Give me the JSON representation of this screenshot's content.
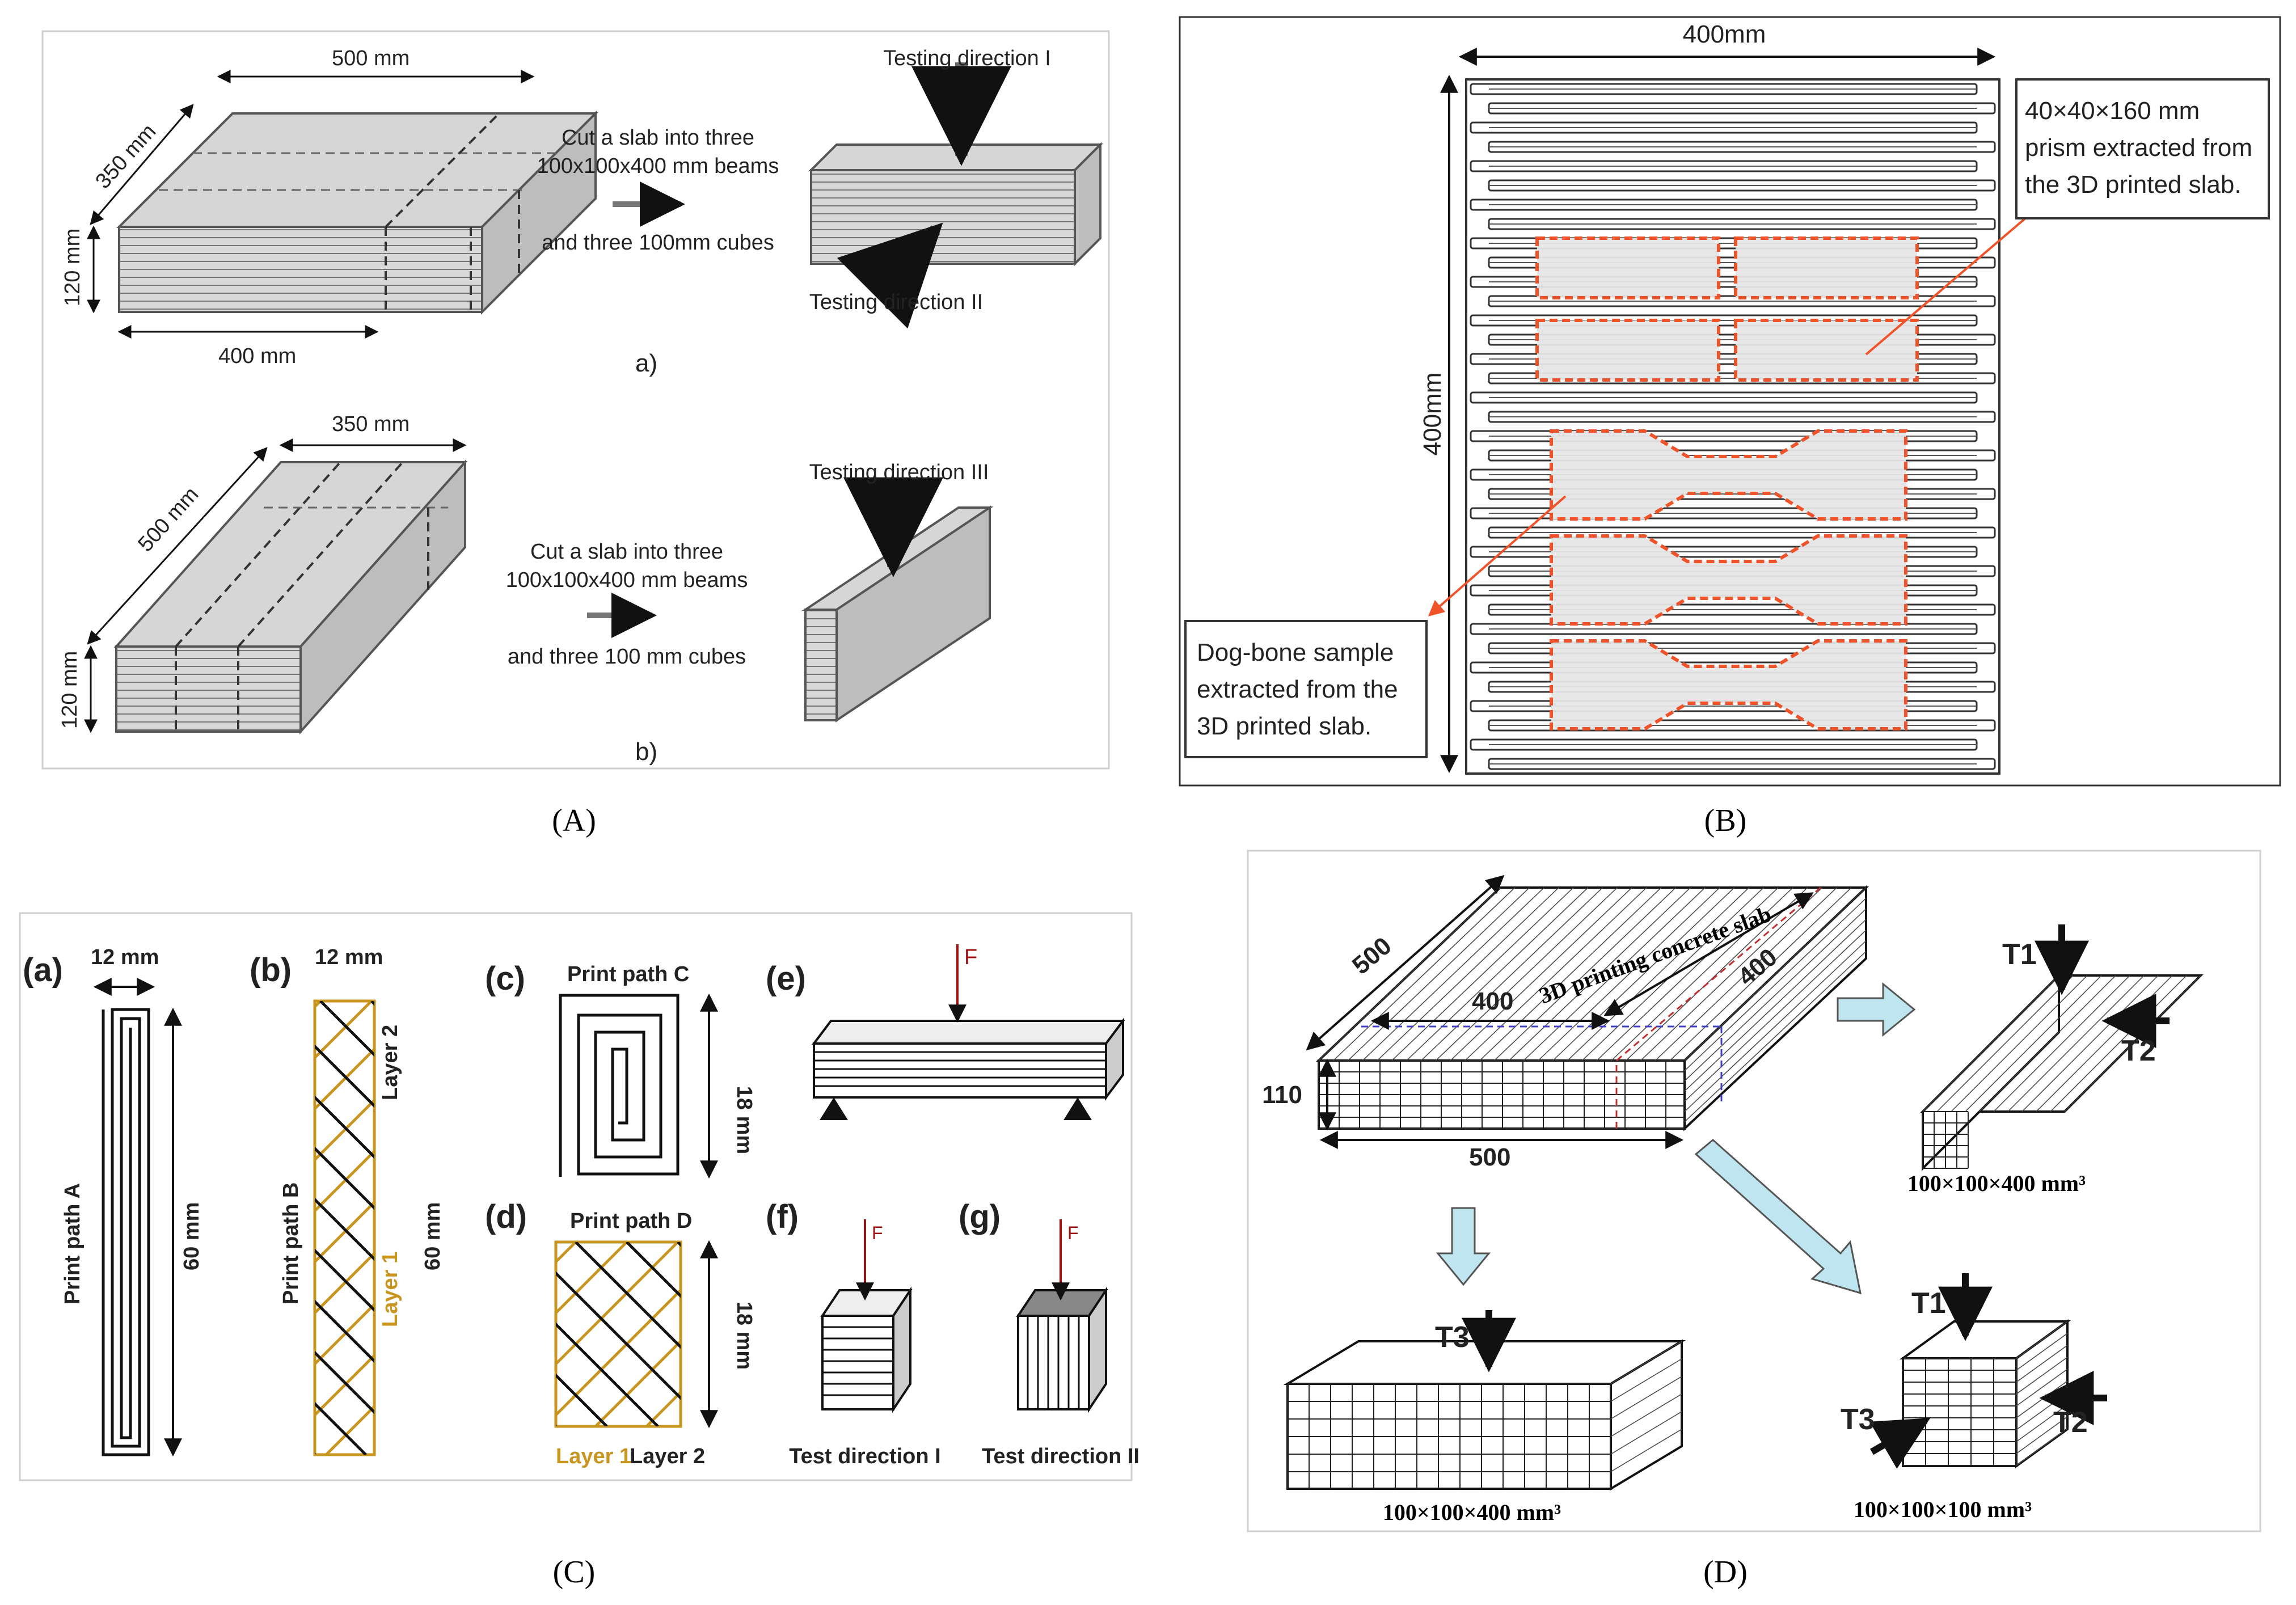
{
  "panels": {
    "A": {
      "caption": "(A)",
      "sub_a": "a)",
      "sub_b": "b)",
      "dim_500": "500 mm",
      "dim_350": "350 mm",
      "dim_120": "120 mm",
      "dim_400": "400 mm",
      "cut_line1": "Cut a slab into three",
      "cut_line2": "100x100x400 mm beams",
      "cut_line3": "and three 100mm cubes",
      "dir1": "Testing direction I",
      "dir2": "Testing direction II",
      "b_dim_350": "350 mm",
      "b_dim_500": "500 mm",
      "b_dim_120": "120 mm",
      "b_cut_line1": "Cut a slab into three",
      "b_cut_line2": "100x100x400 mm beams",
      "b_cut_line3": "and three 100 mm cubes",
      "dir3": "Testing direction III"
    },
    "B": {
      "caption": "(B)",
      "dim_top": "400mm",
      "dim_left": "400mm",
      "prism_line1": "40×40×160 mm",
      "prism_line2": "prism extracted from",
      "prism_line3": "the 3D printed slab.",
      "dog_line1": "Dog-bone sample",
      "dog_line2": "extracted from the",
      "dog_line3": "3D printed slab.",
      "accent": "#f0522a"
    },
    "C": {
      "caption": "(C)",
      "a": "(a)",
      "b": "(b)",
      "c": "(c)",
      "d": "(d)",
      "e": "(e)",
      "f": "(f)",
      "g": "(g)",
      "w12a": "12 mm",
      "w12b": "12 mm",
      "pathA": "Print path A",
      "pathB": "Print path B",
      "h60a": "60 mm",
      "h60b": "60 mm",
      "layer1": "Layer 1",
      "layer2": "Layer 2",
      "pathC": "Print path C",
      "pathD": "Print path D",
      "h18c": "18 mm",
      "h18d": "18 mm",
      "d_layer1": "Layer 1",
      "d_layer2": "Layer 2",
      "F_e": "F",
      "F_f": "F",
      "F_g": "F",
      "testI": "Test direction I",
      "testII": "Test direction II",
      "layer_color": "#c8961e",
      "force_color": "#a01010"
    },
    "D": {
      "caption": "(D)",
      "slab": "3D printing concrete slab",
      "d500a": "500",
      "d400a": "400",
      "d400b": "400",
      "d110": "110",
      "d500b": "500",
      "t1a": "T1",
      "t2a": "T2",
      "beam_top": "100×100×400 mm³",
      "t3a": "T3",
      "beam_bot": "100×100×400 mm³",
      "t1b": "T1",
      "t2b": "T2",
      "t3b": "T3",
      "cube": "100×100×100 mm³",
      "arrow_color": "#bfe6f0"
    }
  }
}
